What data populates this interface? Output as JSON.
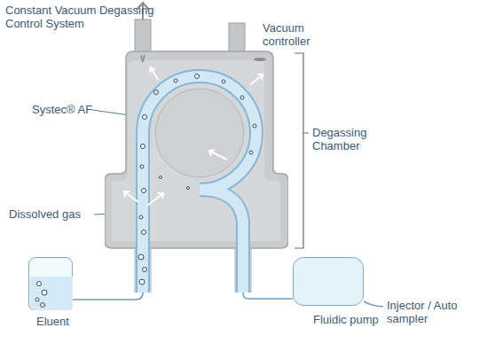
{
  "diagram": {
    "nodes": [
      {
        "text": [
          "Degassing Chamber"
        ]
      },
      {
        "text": [
          "Eluent"
        ]
      },
      {
        "text": [
          "Fluidic pump"
        ]
      }
    ],
    "edges": [
      {
        "from": 1,
        "to": 0,
        "arrow": "to"
      },
      {
        "from": 0,
        "to": 2,
        "arrow": "none"
      }
    ],
    "labels": [
      "Constant Vacuum Degassing Control System",
      "Vacuum controller",
      "Systec® AF",
      "Dissolved gas",
      "Injector / Auto sampler"
    ]
  }
}
